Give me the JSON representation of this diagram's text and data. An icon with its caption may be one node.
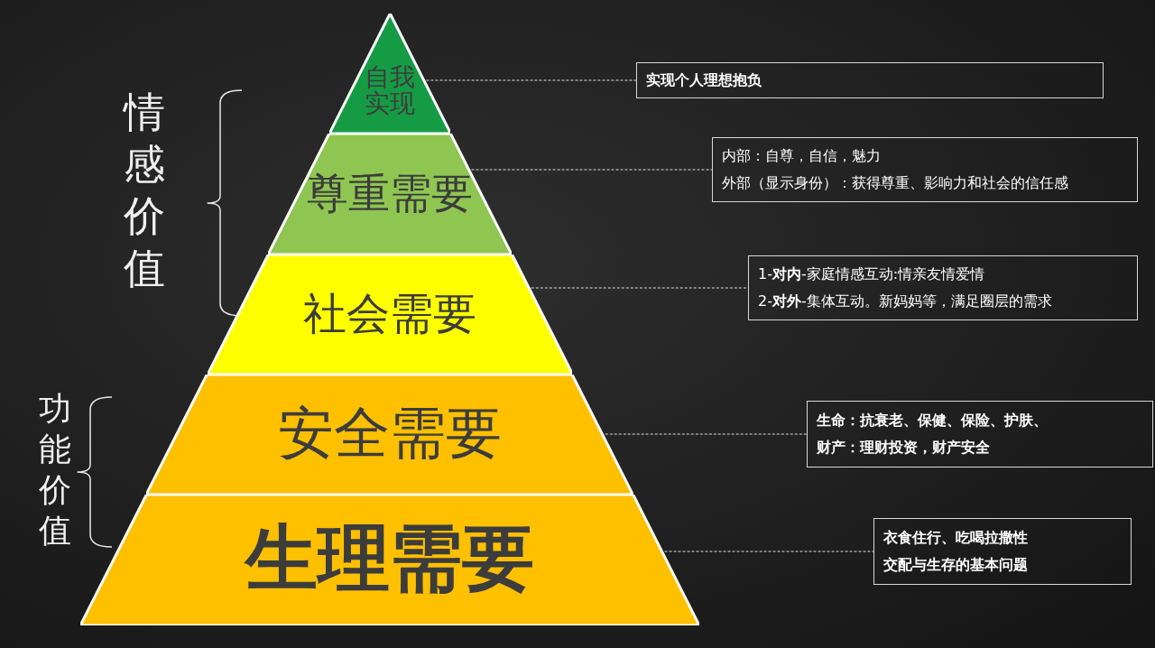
{
  "diagram": {
    "nodes": [
      {
        "text": [
          "自我实现"
        ]
      },
      {
        "text": [
          "尊重需要"
        ]
      },
      {
        "text": [
          "社会需要"
        ]
      },
      {
        "text": [
          "安全需要"
        ]
      },
      {
        "text": [
          "生理需要"
        ]
      },
      {
        "text": [
          "实现个人理想抱负"
        ]
      },
      {
        "text": [
          "内部：自尊，自信，魅力",
          "外部（显示身份）：获得尊重、影响力和社会的信任感"
        ]
      },
      {
        "text": [
          "1-**对内**-家庭情感互动:情亲友情爱情",
          "2-**对外**-集体互动。新妈妈等，满足圈层的需求"
        ]
      },
      {
        "text": [
          "生命：抗衰老、保健、保险、护肤、",
          "财产：理财投资，财产安全"
        ]
      },
      {
        "text": [
          "衣食住行、吃喝拉撒性",
          "交配与生存的基本问题"
        ]
      }
    ],
    "edges": [
      {
        "from": 0,
        "to": 5,
        "arrow": "none",
        "style": "dashed"
      },
      {
        "from": 1,
        "to": 6,
        "arrow": "none",
        "style": "dashed"
      },
      {
        "from": 2,
        "to": 7,
        "arrow": "none",
        "style": "dashed"
      },
      {
        "from": 3,
        "to": 8,
        "arrow": "none",
        "style": "dashed"
      },
      {
        "from": 4,
        "to": 9,
        "arrow": "none",
        "style": "dashed"
      }
    ],
    "labels": [
      "情感价值",
      "功能价值"
    ]
  }
}
